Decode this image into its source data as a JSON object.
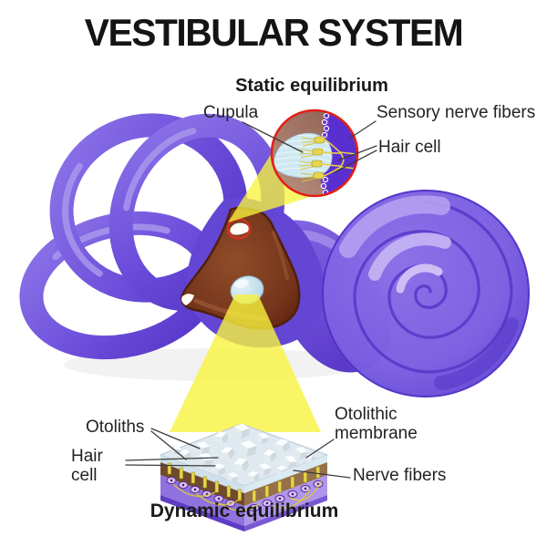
{
  "title": "VESTIBULAR SYSTEM",
  "static_inset": {
    "heading": "Static equilibrium",
    "labels": {
      "cupula": "Cupula",
      "sensory_nerve_fibers": "Sensory nerve fibers",
      "hair_cell": "Hair cell"
    }
  },
  "dynamic_inset": {
    "heading": "Dynamic equilibrium",
    "labels": {
      "otoliths": "Otoliths",
      "hair_cell_line1": "Hair",
      "hair_cell_line2": "cell",
      "otolithic_membrane_line1": "Otolithic",
      "otolithic_membrane_line2": "membrane",
      "nerve_fibers": "Nerve fibers"
    }
  },
  "icons": {
    "static_inset_illustration": "crista-ampullaris-closeup",
    "dynamic_inset_illustration": "macula-otolith-block",
    "main_illustration": "inner-ear-labyrinth"
  },
  "colors": {
    "background": "#ffffff",
    "title_text": "#141414",
    "label_text": "#232323",
    "leader_line": "#3c3c3c",
    "canal_purple": "#6d4fdb",
    "canal_highlight": "#a897ec",
    "canal_shadow": "#4b2ec0",
    "cochlea_purple": "#7b5fe2",
    "cochlea_groove": "#5636c8",
    "vestibule_brown": "#7d3f20",
    "inset_brown": "#9b7264",
    "inset_purple": "#5a2fd0",
    "inset_ring_red": "#e11f17",
    "cupula_blue": "#cfe9f2",
    "macula_blue": "#b8dcec",
    "beam_yellow": "#f7f33d",
    "hair_cell_yellow": "#e7d54d",
    "membrane_gel": "#dfe9ef",
    "crystal_white": "#f6fafc",
    "block_purple_left": "#8f72dd",
    "block_purple_right": "#b096ea",
    "block_brown_left": "#6f4a2c",
    "block_brown_right": "#95714a"
  }
}
